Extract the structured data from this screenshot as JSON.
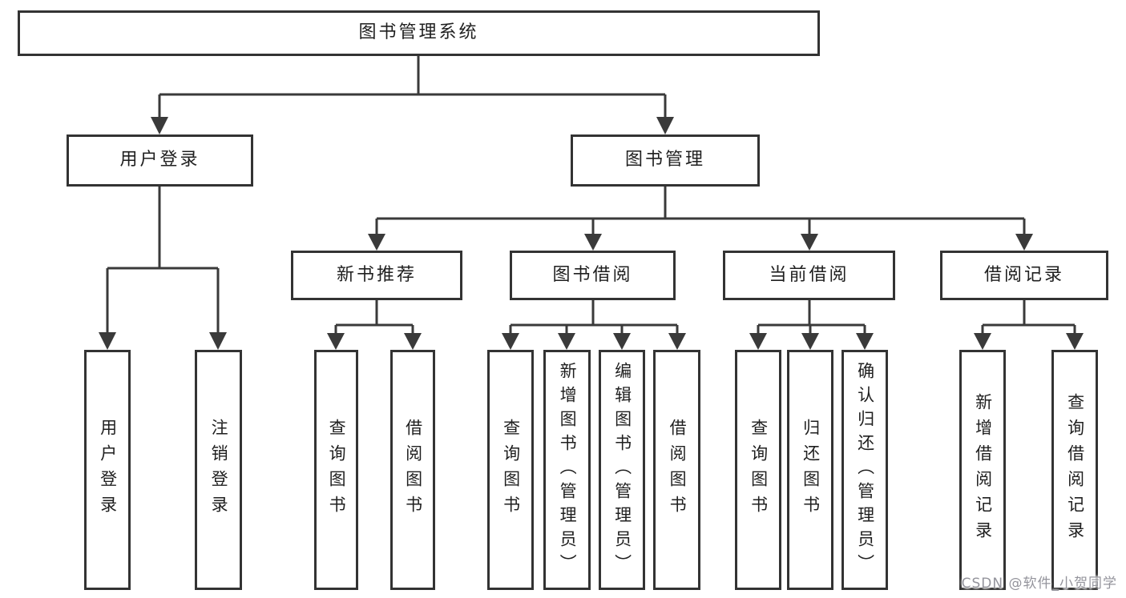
{
  "diagram": {
    "type": "hierarchy-tree",
    "root": {
      "label": "图书管理系统",
      "children": [
        {
          "label": "用户登录",
          "children": [
            {
              "label": "用户登录"
            },
            {
              "label": "注销登录"
            }
          ]
        },
        {
          "label": "图书管理",
          "children": [
            {
              "label": "新书推荐",
              "children": [
                {
                  "label": "查询图书"
                },
                {
                  "label": "借阅图书"
                }
              ]
            },
            {
              "label": "图书借阅",
              "children": [
                {
                  "label": "查询图书"
                },
                {
                  "label": "新增图书（管理员）"
                },
                {
                  "label": "编辑图书（管理员）"
                },
                {
                  "label": "借阅图书"
                }
              ]
            },
            {
              "label": "当前借阅",
              "children": [
                {
                  "label": "查询图书"
                },
                {
                  "label": "归还图书"
                },
                {
                  "label": "确认归还（管理员）"
                }
              ]
            },
            {
              "label": "借阅记录",
              "children": [
                {
                  "label": "新增借阅记录"
                },
                {
                  "label": "查询借阅记录"
                }
              ]
            }
          ]
        }
      ]
    }
  },
  "watermark": {
    "text": "CSDN @软件_小贺同学",
    "color": "#94949c"
  },
  "colors": {
    "background": "#ffffff",
    "line": "#3a3a3a",
    "border": "#333333",
    "text": "#1f1f1f"
  }
}
